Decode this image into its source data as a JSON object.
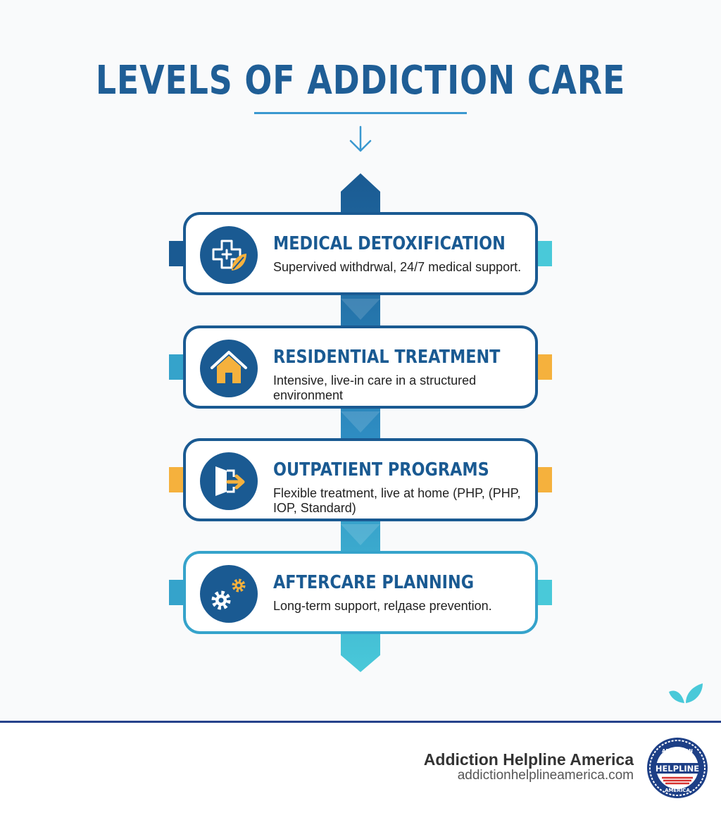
{
  "title": "LEVELS OF ADDICTION CARE",
  "colors": {
    "navy": "#1a5a92",
    "teal": "#35a3cb",
    "cyan": "#49c9d9",
    "amber": "#f5b13d",
    "title_blue": "#1f5e96"
  },
  "steps": [
    {
      "title": "MEDICAL DETOXIFICATION",
      "description": "Supervived withdrwal, 24/7 medical support.",
      "icon": "medical-cross-leaf-icon"
    },
    {
      "title": "RESIDENTIAL TREATMENT",
      "description": "Intensive, live-in care in a structured environment",
      "icon": "house-icon"
    },
    {
      "title": "OUTPATIENT PROGRAMS",
      "description": "Flexible treatment, live at home (PHP, (PHP, IOP, Standard)",
      "icon": "door-exit-arrow-icon"
    },
    {
      "title": "AFTERCARE PLANNING",
      "description": "Long-term support, relдase prevention.",
      "icon": "gears-icon"
    }
  ],
  "footer": {
    "brand_name": "Addiction Helpline America",
    "url": "addictionhelplineamerica.com",
    "seal_text_top": "ADDICTION",
    "seal_text_middle": "HELPLINE",
    "seal_text_bottom": "AMERICA"
  }
}
